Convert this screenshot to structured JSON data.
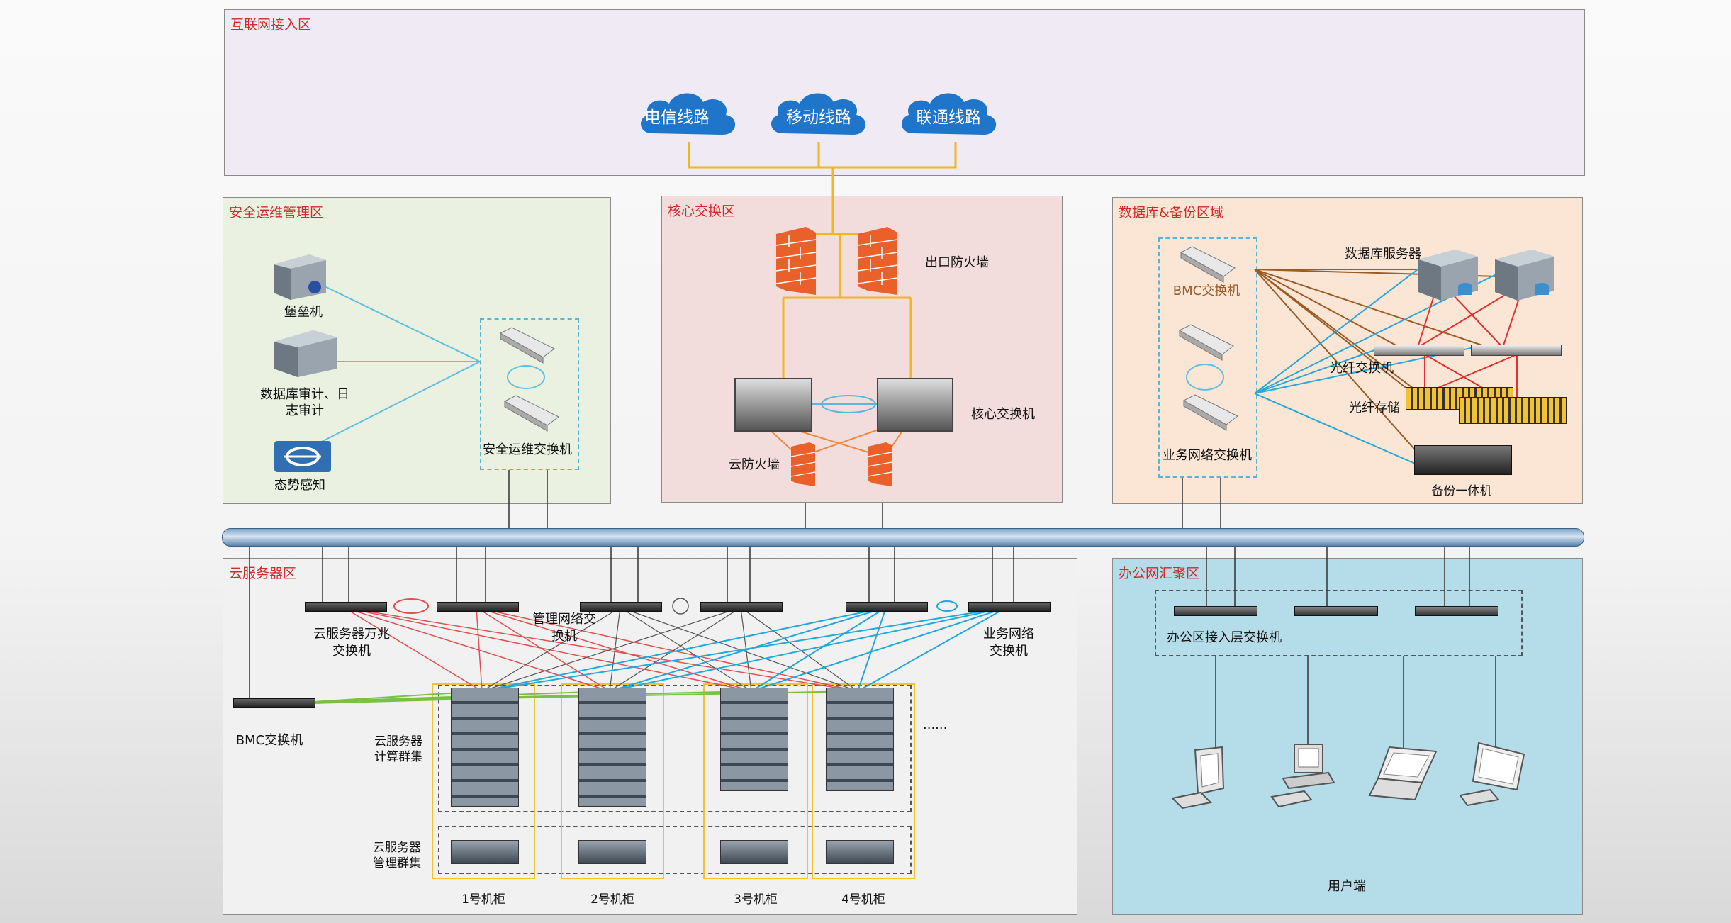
{
  "zones": {
    "internet": {
      "title": "互联网接入区",
      "clouds": [
        "电信线路",
        "移动线路",
        "联通线路"
      ]
    },
    "security": {
      "title": "安全运维管理区",
      "bastion": "堡垒机",
      "audit": "数据库审计、日\n志审计",
      "situation": "态势感知",
      "switch": "安全运维交换机"
    },
    "core": {
      "title": "核心交换区",
      "firewall": "出口防火墙",
      "core_switch": "核心交换机",
      "cloud_firewall": "云防火墙"
    },
    "database": {
      "title": "数据库&备份区域",
      "db_server": "数据库服务器",
      "bmc_switch": "BMC交换机",
      "fiber_switch": "光纤交换机",
      "fiber_storage": "光纤存储",
      "biz_switch": "业务网络交换机",
      "backup": "备份一体机"
    },
    "cloud": {
      "title": "云服务器区",
      "tenG_switch": "云服务器万兆\n交换机",
      "mgmt_switch": "管理网络交\n换机",
      "biz_switch": "业务网络\n交换机",
      "bmc_switch": "BMC交换机",
      "compute_cluster": "云服务器\n计算群集",
      "mgmt_cluster": "云服务器\n管理群集",
      "ellipsis": "......",
      "cabinets": [
        "1号机柜",
        "2号机柜",
        "3号机柜",
        "4号机柜"
      ]
    },
    "office": {
      "title": "办公网汇聚区",
      "access_switch": "办公区接入层交换机",
      "clients": "用户端"
    }
  },
  "colors": {
    "wan": "#f6b41f",
    "red_link": "#e24b4b",
    "blue_link": "#2ba6d8",
    "brown_link": "#9a5b24",
    "green_link": "#7ac143",
    "cloud": "#1f75c9"
  }
}
